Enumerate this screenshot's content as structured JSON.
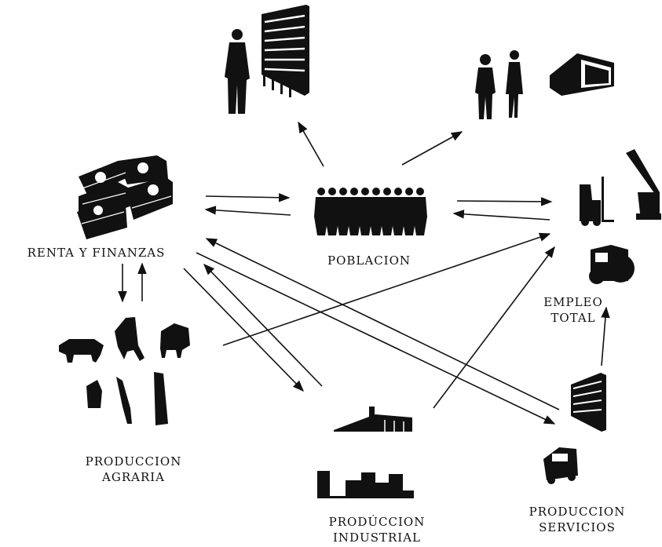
{
  "nodes": {
    "renta": {
      "label": "RENTA Y FINANZAS",
      "icon": "money-bundle-icon"
    },
    "poblacion": {
      "label": "POBLACION",
      "icon": "crowd-icon"
    },
    "empleo": {
      "label_lines": [
        "EMPLEO",
        "TOTAL"
      ],
      "icon": "machinery-icon"
    },
    "agraria": {
      "label_lines": [
        "PRODUCCION",
        "AGRARIA"
      ],
      "icon": "farm-animals-icon"
    },
    "industrial": {
      "label_lines": [
        "PRODÚCCION",
        "INDUSTRIAL"
      ],
      "icon": "factory-icon"
    },
    "servicios": {
      "label_lines": [
        "PRODUCCION",
        "SERVICIOS"
      ],
      "icon": "truck-building-icon"
    }
  },
  "top_icons": {
    "left": "businessman-office-building-icon",
    "right": "couple-house-icon"
  },
  "colors": {
    "ink": "#111111",
    "background": "#ffffff"
  }
}
